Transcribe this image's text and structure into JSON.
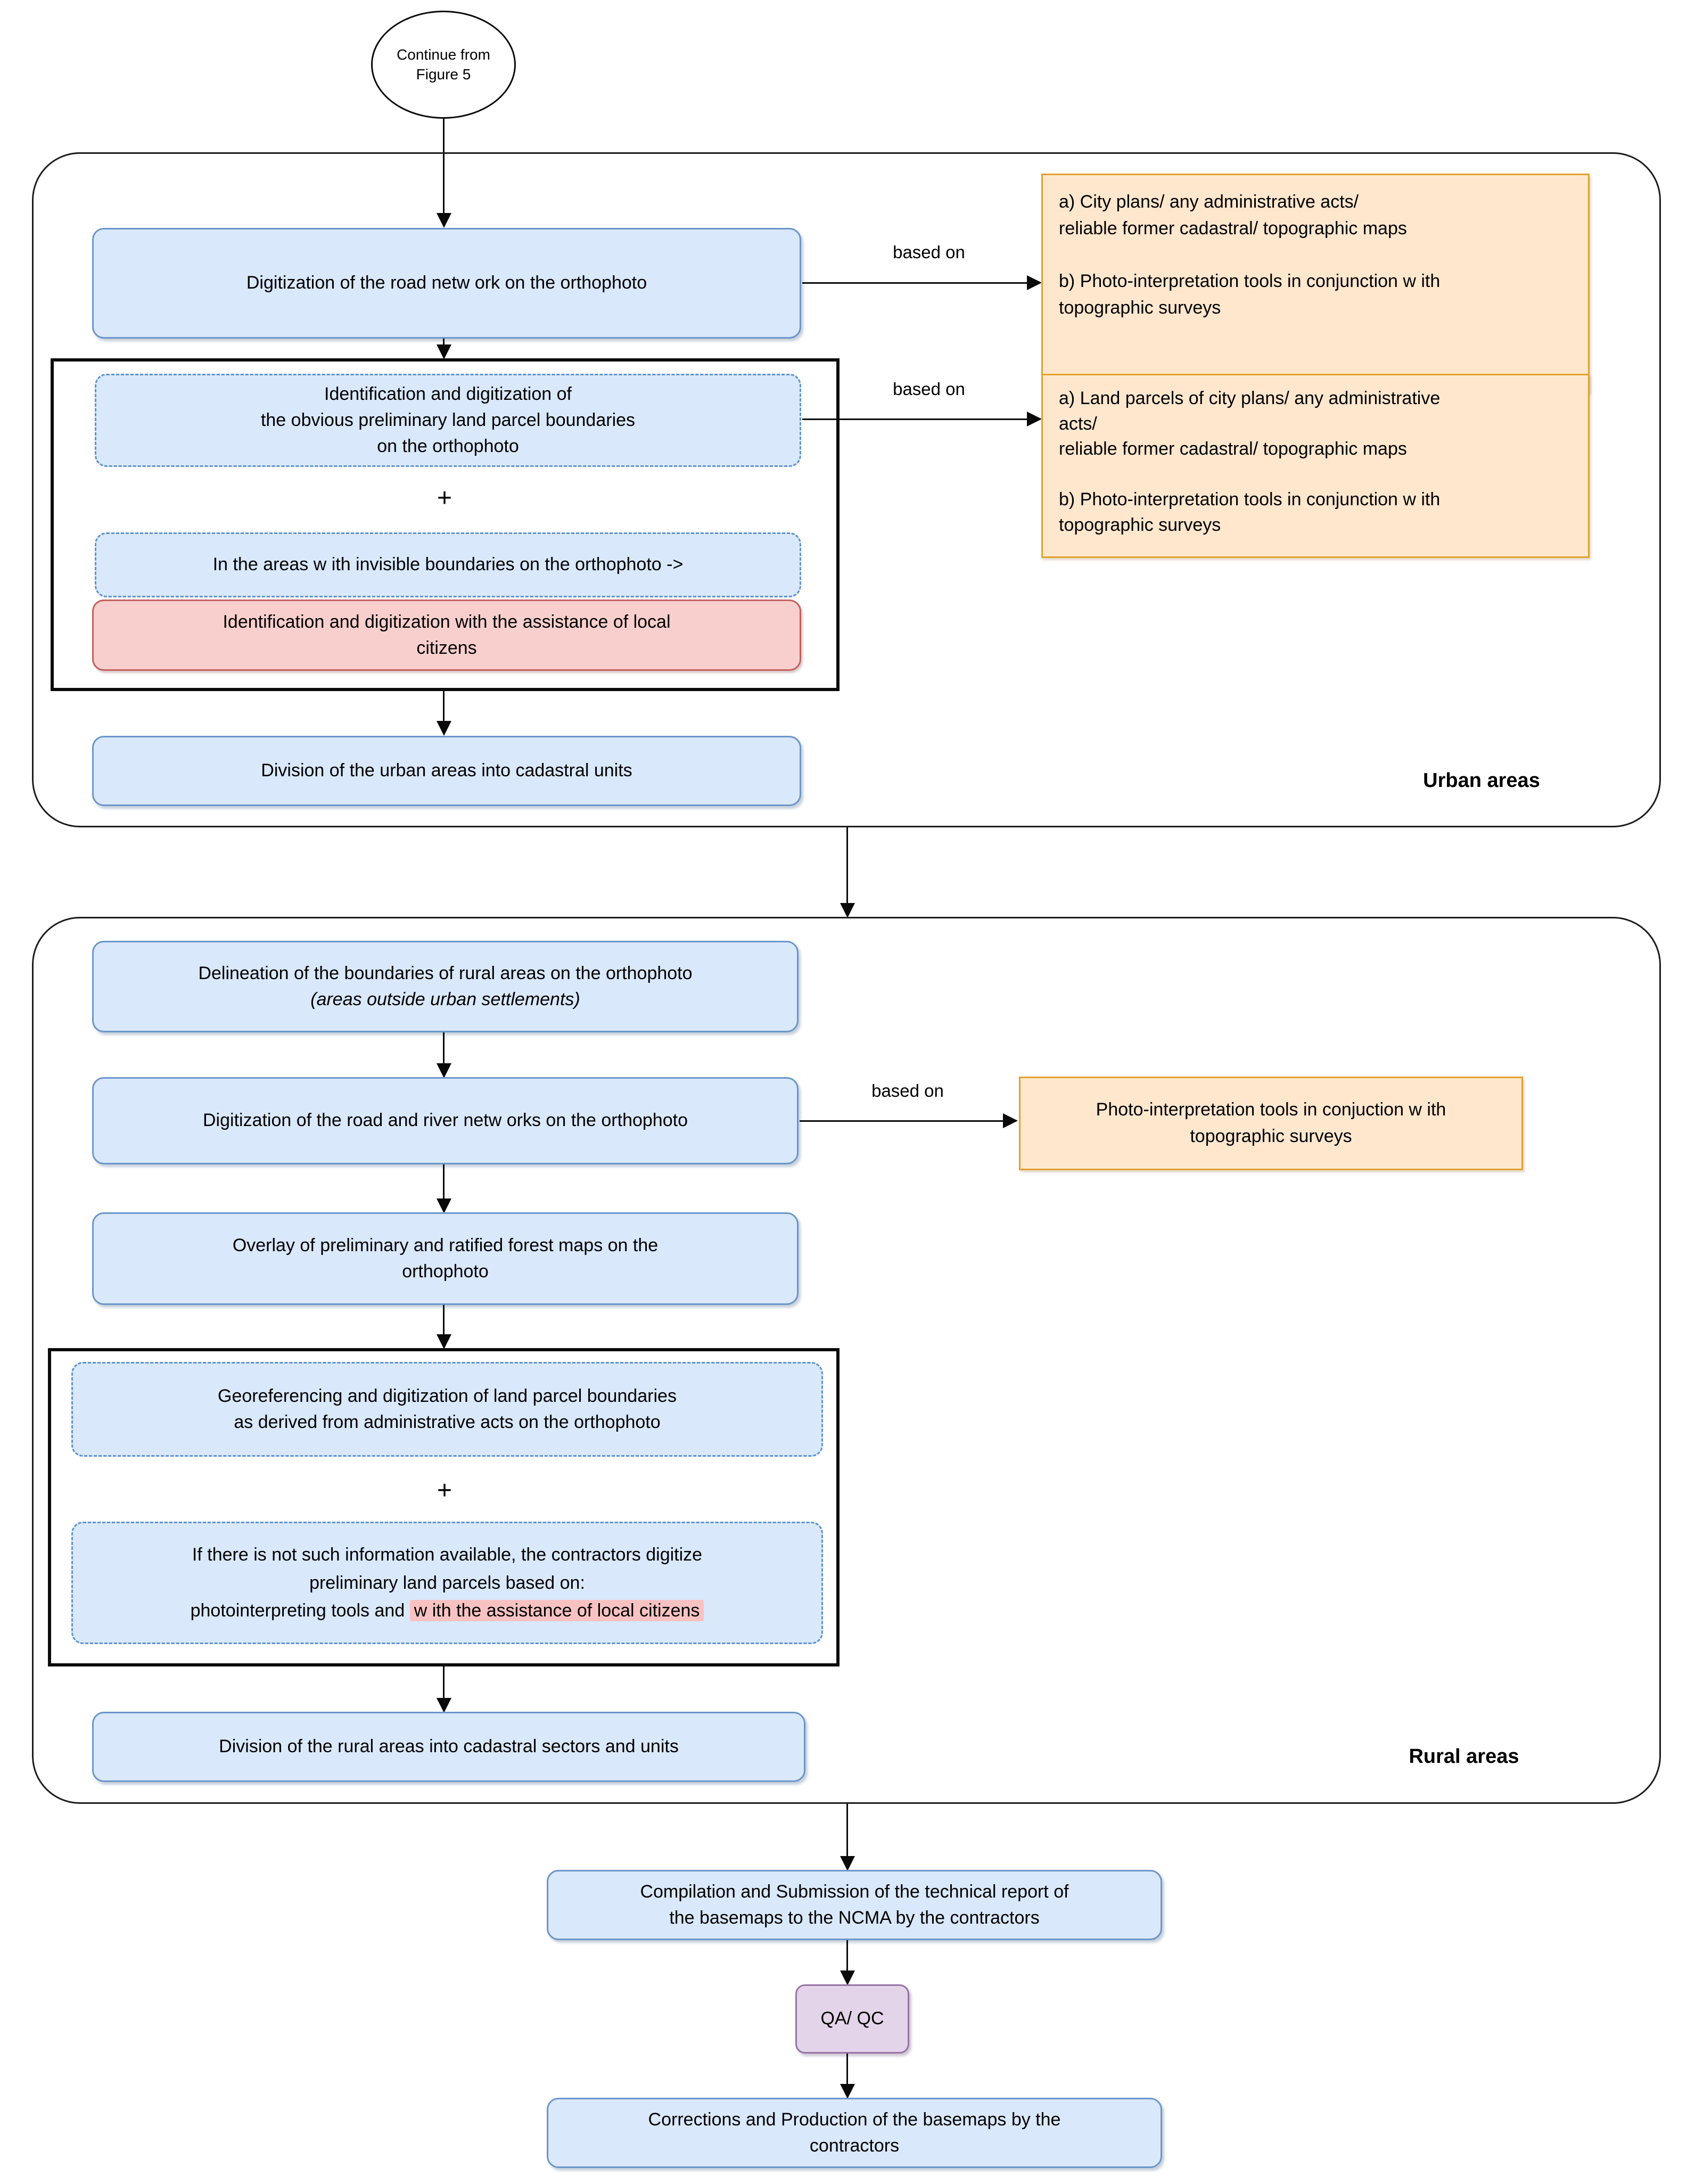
{
  "flow": {
    "terminator": "Continue from\nFigure 5",
    "based_on": "based on",
    "plus": "+"
  },
  "urban": {
    "label": "Urban areas",
    "digitize_road": "Digitization of the road netw ork on the orthophoto",
    "sources_road": "a) City plans/ any administrative acts/\nreliable former cadastral/ topographic maps\n\nb) Photo-interpretation tools in conjunction w ith\ntopographic surveys",
    "identify_parcels": "Identification and digitization of\nthe obvious preliminary land parcel boundaries\non the orthophoto",
    "invisible_boundaries": "In the areas w ith invisible boundaries on the orthophoto ->",
    "citizens_assist": "Identification and digitization with the assistance of local\ncitizens",
    "sources_parcels": "a) Land parcels of city plans/ any administrative\nacts/\nreliable former cadastral/ topographic maps\n\nb) Photo-interpretation tools in conjunction w ith\ntopographic surveys",
    "division": "Division of the urban areas into cadastral units"
  },
  "rural": {
    "label": "Rural areas",
    "delineation_line1": "Delineation of the boundaries of rural areas on the orthophoto",
    "delineation_line2": "(areas outside urban settlements)",
    "digitize_networks": "Digitization of the road and river netw orks on the orthophoto",
    "sources_networks": "Photo-interpretation tools in conjuction w ith\ntopographic surveys",
    "overlay_forest": "Overlay of preliminary and ratified forest maps on the\northophoto",
    "georeferencing": "Georeferencing and digitization of land parcel boundaries\nas derived from administrative acts on the orthophoto",
    "no_info_line1": "If there is not such information available, the contractors digitize",
    "no_info_line2": "preliminary land parcels based on:",
    "no_info_line3_prefix": "photointerpreting tools and ",
    "no_info_line3_highlight": "w ith the assistance of local citizens",
    "division": "Division of the rural areas into cadastral sectors and units"
  },
  "final": {
    "compilation": "Compilation and Submission of the technical report of\nthe basemaps to the NCMA by the contractors",
    "qaqc": "QA/ QC",
    "corrections": "Corrections and Production of the basemaps by the\ncontractors"
  },
  "palette": {
    "process_fill": "#DAE8FB",
    "process_border": "#6B96C9",
    "source_fill": "#FFE7CE",
    "source_border": "#E0A12F",
    "citizen_fill": "#F9CFCD",
    "citizen_border": "#C1625D",
    "qaqc_fill": "#E4D4E9",
    "qaqc_border": "#9673A6",
    "highlight": "#F9C2C2"
  }
}
